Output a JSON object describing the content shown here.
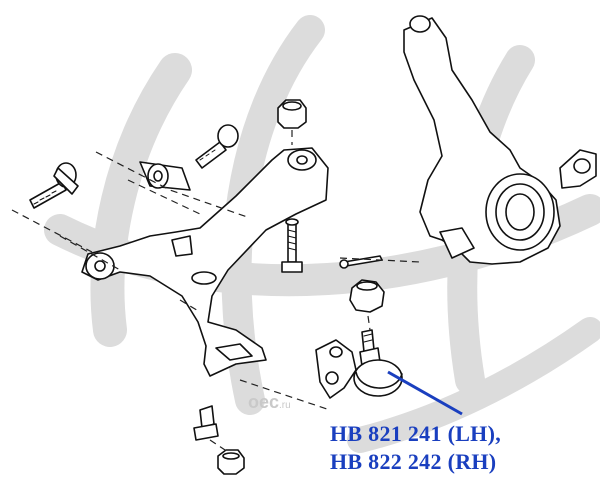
{
  "colors": {
    "callout": "#1a3fbf",
    "drawing": "#111111",
    "watermark": "#d6d6d6"
  },
  "callout": {
    "line1": "HB 821 241 (LH),",
    "line2": "HB 822 242 (RH)"
  },
  "watermark": {
    "logo": "h-swoosh-logo",
    "text": "oec",
    "suffix": ".ru"
  }
}
